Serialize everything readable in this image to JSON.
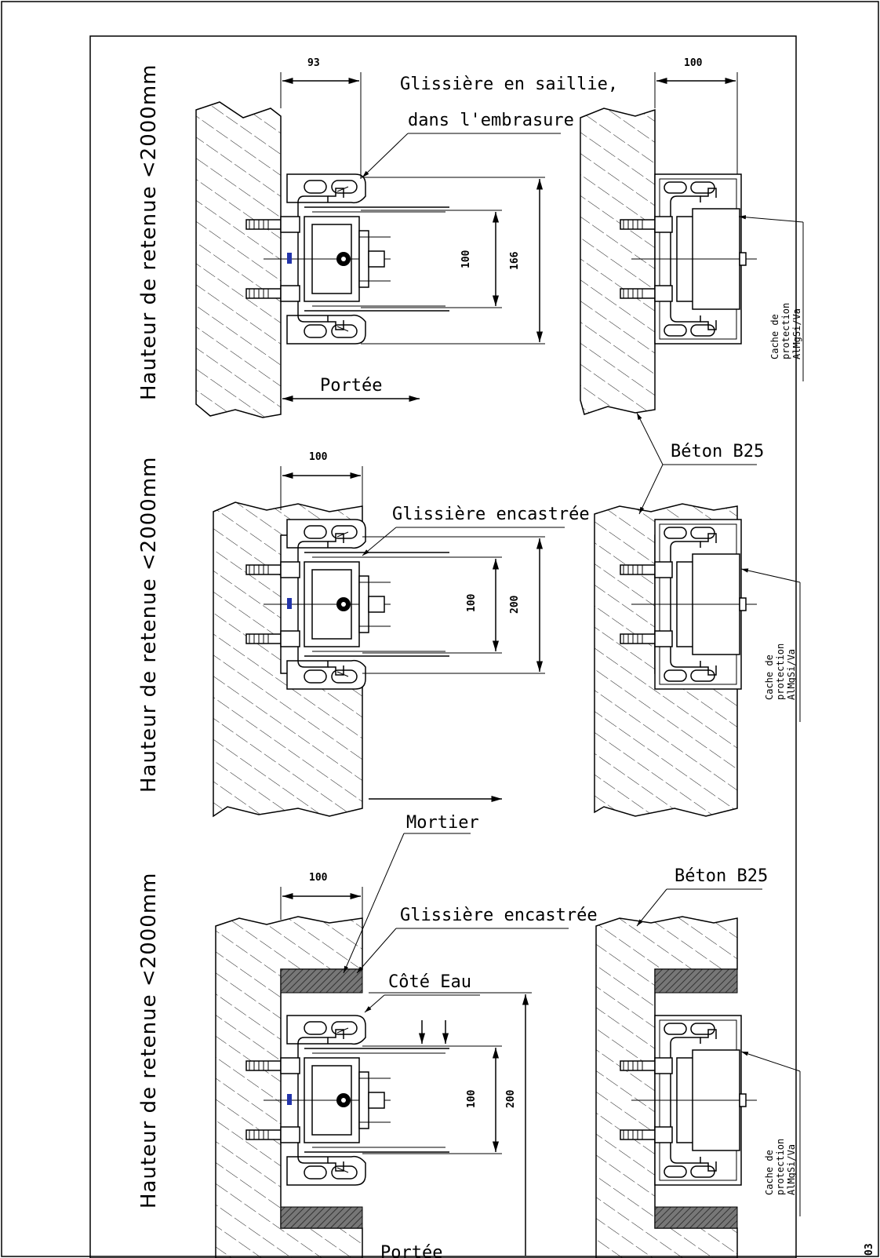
{
  "sections": [
    {
      "side_label": "Hauteur de retenue <2000mm",
      "glissiere_label_line1": "Glissière en saillie,",
      "glissiere_label_line2": "dans l'embrasure",
      "dim_width_left": "93",
      "dim_width_right": "100",
      "dim_inner": "100",
      "dim_outer": "166",
      "portee_label": "Portée",
      "cache_line1": "Cache de",
      "cache_line2": "protection",
      "cache_line3": "AlMgSi/Va"
    },
    {
      "side_label": "Hauteur de retenue <2000mm",
      "glissiere_label": "Glissière encastrée",
      "dim_width_left": "100",
      "dim_inner": "100",
      "dim_outer": "200",
      "cache_line1": "Cache de",
      "cache_line2": "protection",
      "cache_line3": "AlMgSi/Va"
    },
    {
      "side_label": "Hauteur de retenue <2000mm",
      "mortier_label": "Mortier",
      "glissiere_label": "Glissière encastrée",
      "cote_eau_label": "Côté Eau",
      "dim_width_left": "100",
      "dim_inner": "100",
      "dim_outer": "200",
      "portee_label": "Portée",
      "cache_line1": "Cache de",
      "cache_line2": "protection",
      "cache_line3": "AlMgSi/Va"
    }
  ],
  "beton_label_1": "Béton B25",
  "beton_label_2": "Béton B25",
  "sheet_ref": "03"
}
